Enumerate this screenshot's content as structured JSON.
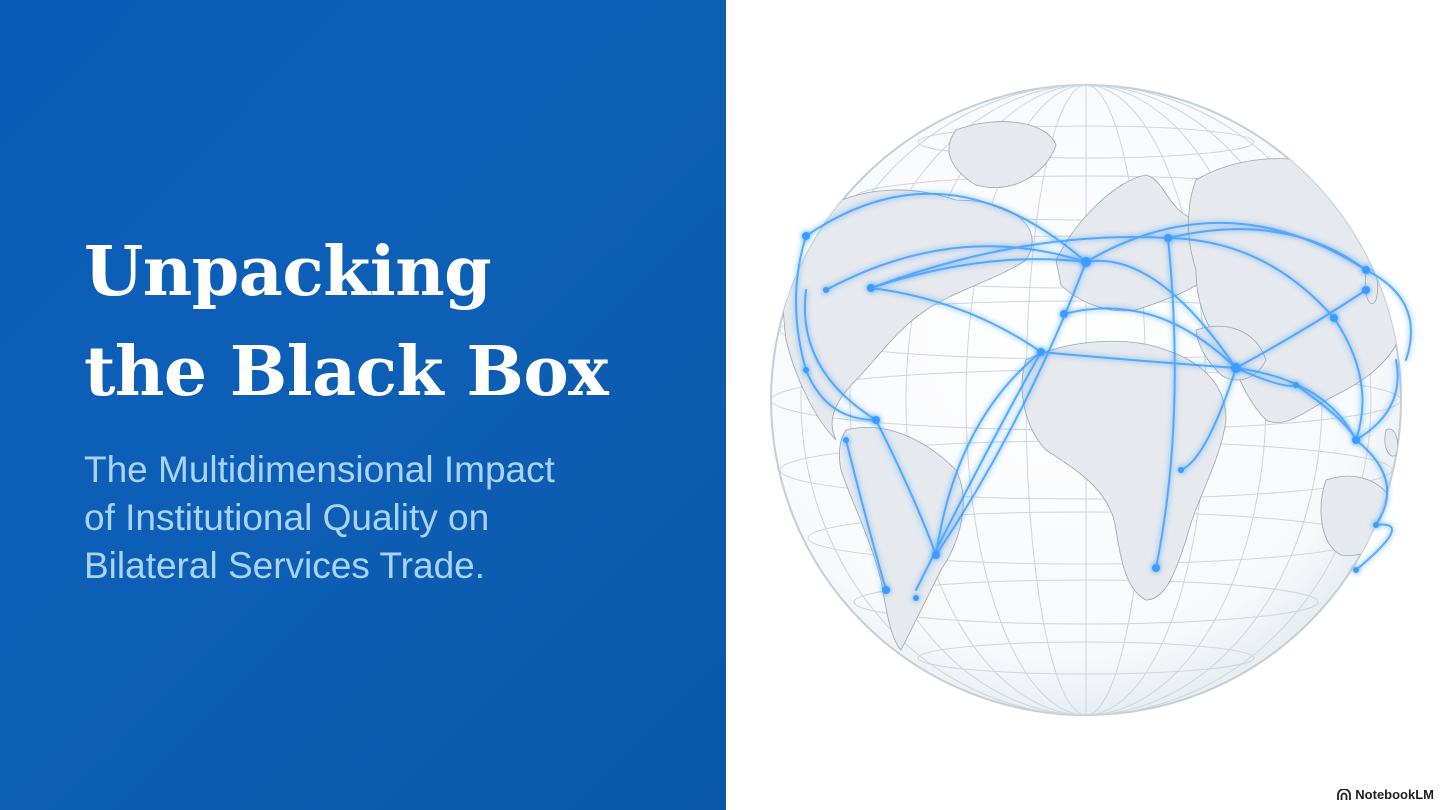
{
  "slide": {
    "title_line1": "Unpacking",
    "title_line2": "the Black Box",
    "subtitle_line1": "The Multidimensional Impact",
    "subtitle_line2": "of Institutional Quality on",
    "subtitle_line3": "Bilateral Services Trade."
  },
  "watermark": {
    "text": "NotebookLM",
    "icon": "notebooklm-logo-icon"
  },
  "colors": {
    "panel_blue": "#0b5cb8",
    "subtitle_blue": "#a9d2ff",
    "arc_blue": "#3b9cff",
    "globe_grid": "#c9d2dc",
    "land": "#e6e9ed"
  },
  "globe": {
    "icon": "world-globe-network-illustration"
  }
}
